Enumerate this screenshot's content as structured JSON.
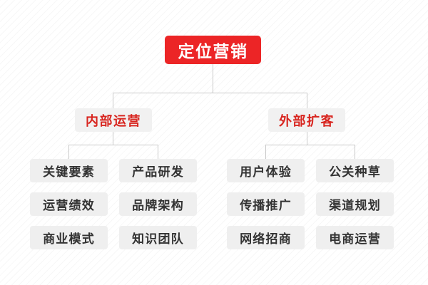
{
  "diagram": {
    "type": "tree-org-chart",
    "colors": {
      "root_fill": "#ec2526",
      "root_text": "#ffffff",
      "branch_fill": "#f1f1f1",
      "branch_text": "#d8251f",
      "leaf_fill": "#efefef",
      "leaf_text": "#333333",
      "connector": "#c9c9c9",
      "background": "#ffffff"
    },
    "root": {
      "label": "定位营销"
    },
    "branches": [
      {
        "label": "内部运营",
        "leaves": [
          {
            "label": "关键要素"
          },
          {
            "label": "产品研发"
          },
          {
            "label": "运营绩效"
          },
          {
            "label": "品牌架构"
          },
          {
            "label": "商业模式"
          },
          {
            "label": "知识团队"
          }
        ]
      },
      {
        "label": "外部扩客",
        "leaves": [
          {
            "label": "用户体验"
          },
          {
            "label": "公关种草"
          },
          {
            "label": "传播推广"
          },
          {
            "label": "渠道规划"
          },
          {
            "label": "网络招商"
          },
          {
            "label": "电商运营"
          }
        ]
      }
    ]
  }
}
